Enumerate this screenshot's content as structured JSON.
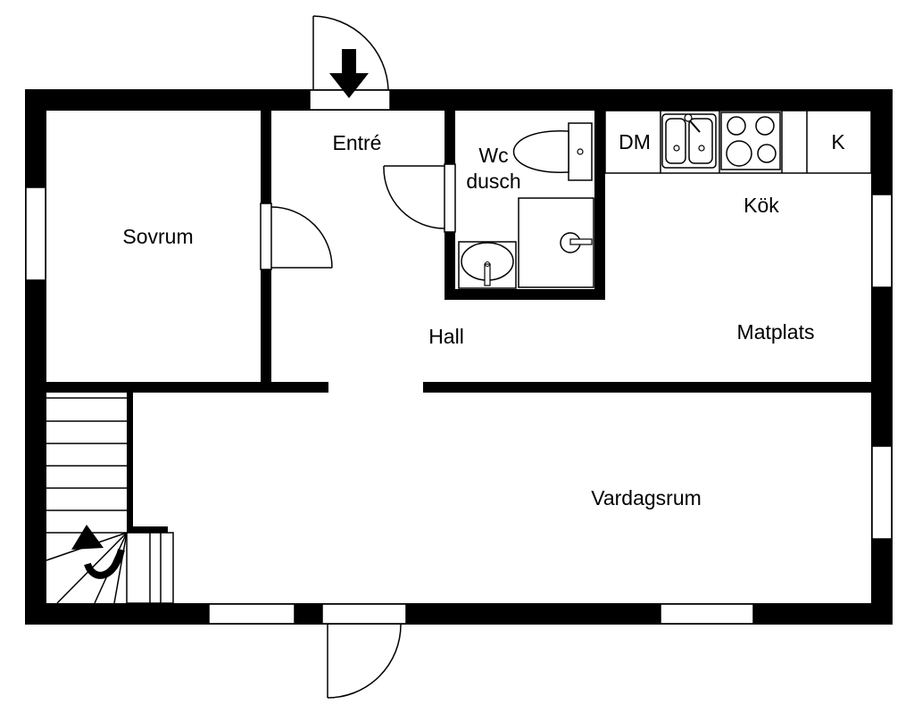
{
  "plan": {
    "rooms": {
      "sovrum": "Sovrum",
      "entre": "Entré",
      "wc_line1": "Wc",
      "wc_line2": "dusch",
      "kok": "Kök",
      "hall": "Hall",
      "matplats": "Matplats",
      "vardagsrum": "Vardagsrum"
    },
    "fixtures": {
      "dishwasher": "DM",
      "fridge": "K"
    },
    "colors": {
      "wall": "#000000",
      "background": "#ffffff"
    }
  }
}
